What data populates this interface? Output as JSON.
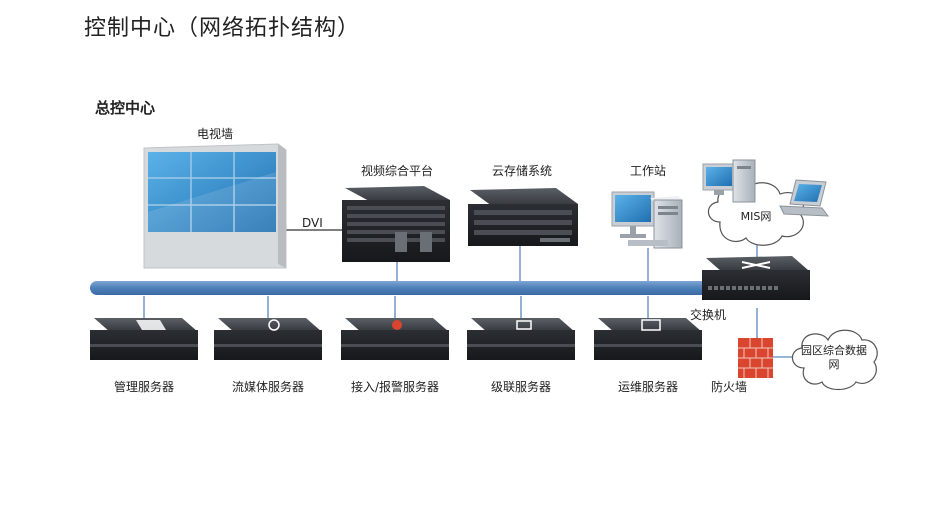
{
  "page": {
    "title": "控制中心（网络拓扑结构）",
    "section": "总控中心"
  },
  "devices": {
    "video_wall": "电视墙",
    "dvi": "DVI",
    "platform": "视频综合平台",
    "cloud_storage": "云存储系统",
    "workstation": "工作站",
    "mis": "MIS网",
    "switch": "交换机",
    "firewall": "防火墙",
    "campus_net": "园区综合数据网"
  },
  "servers": [
    {
      "label": "管理服务器"
    },
    {
      "label": "流媒体服务器"
    },
    {
      "label": "接入/报警服务器"
    },
    {
      "label": "级联服务器"
    },
    {
      "label": "运维服务器"
    }
  ],
  "colors": {
    "bus": "#4d7fb8",
    "screen": "#2b86c6",
    "device_dark": "#2f3237",
    "firewall": "#d9452e"
  }
}
